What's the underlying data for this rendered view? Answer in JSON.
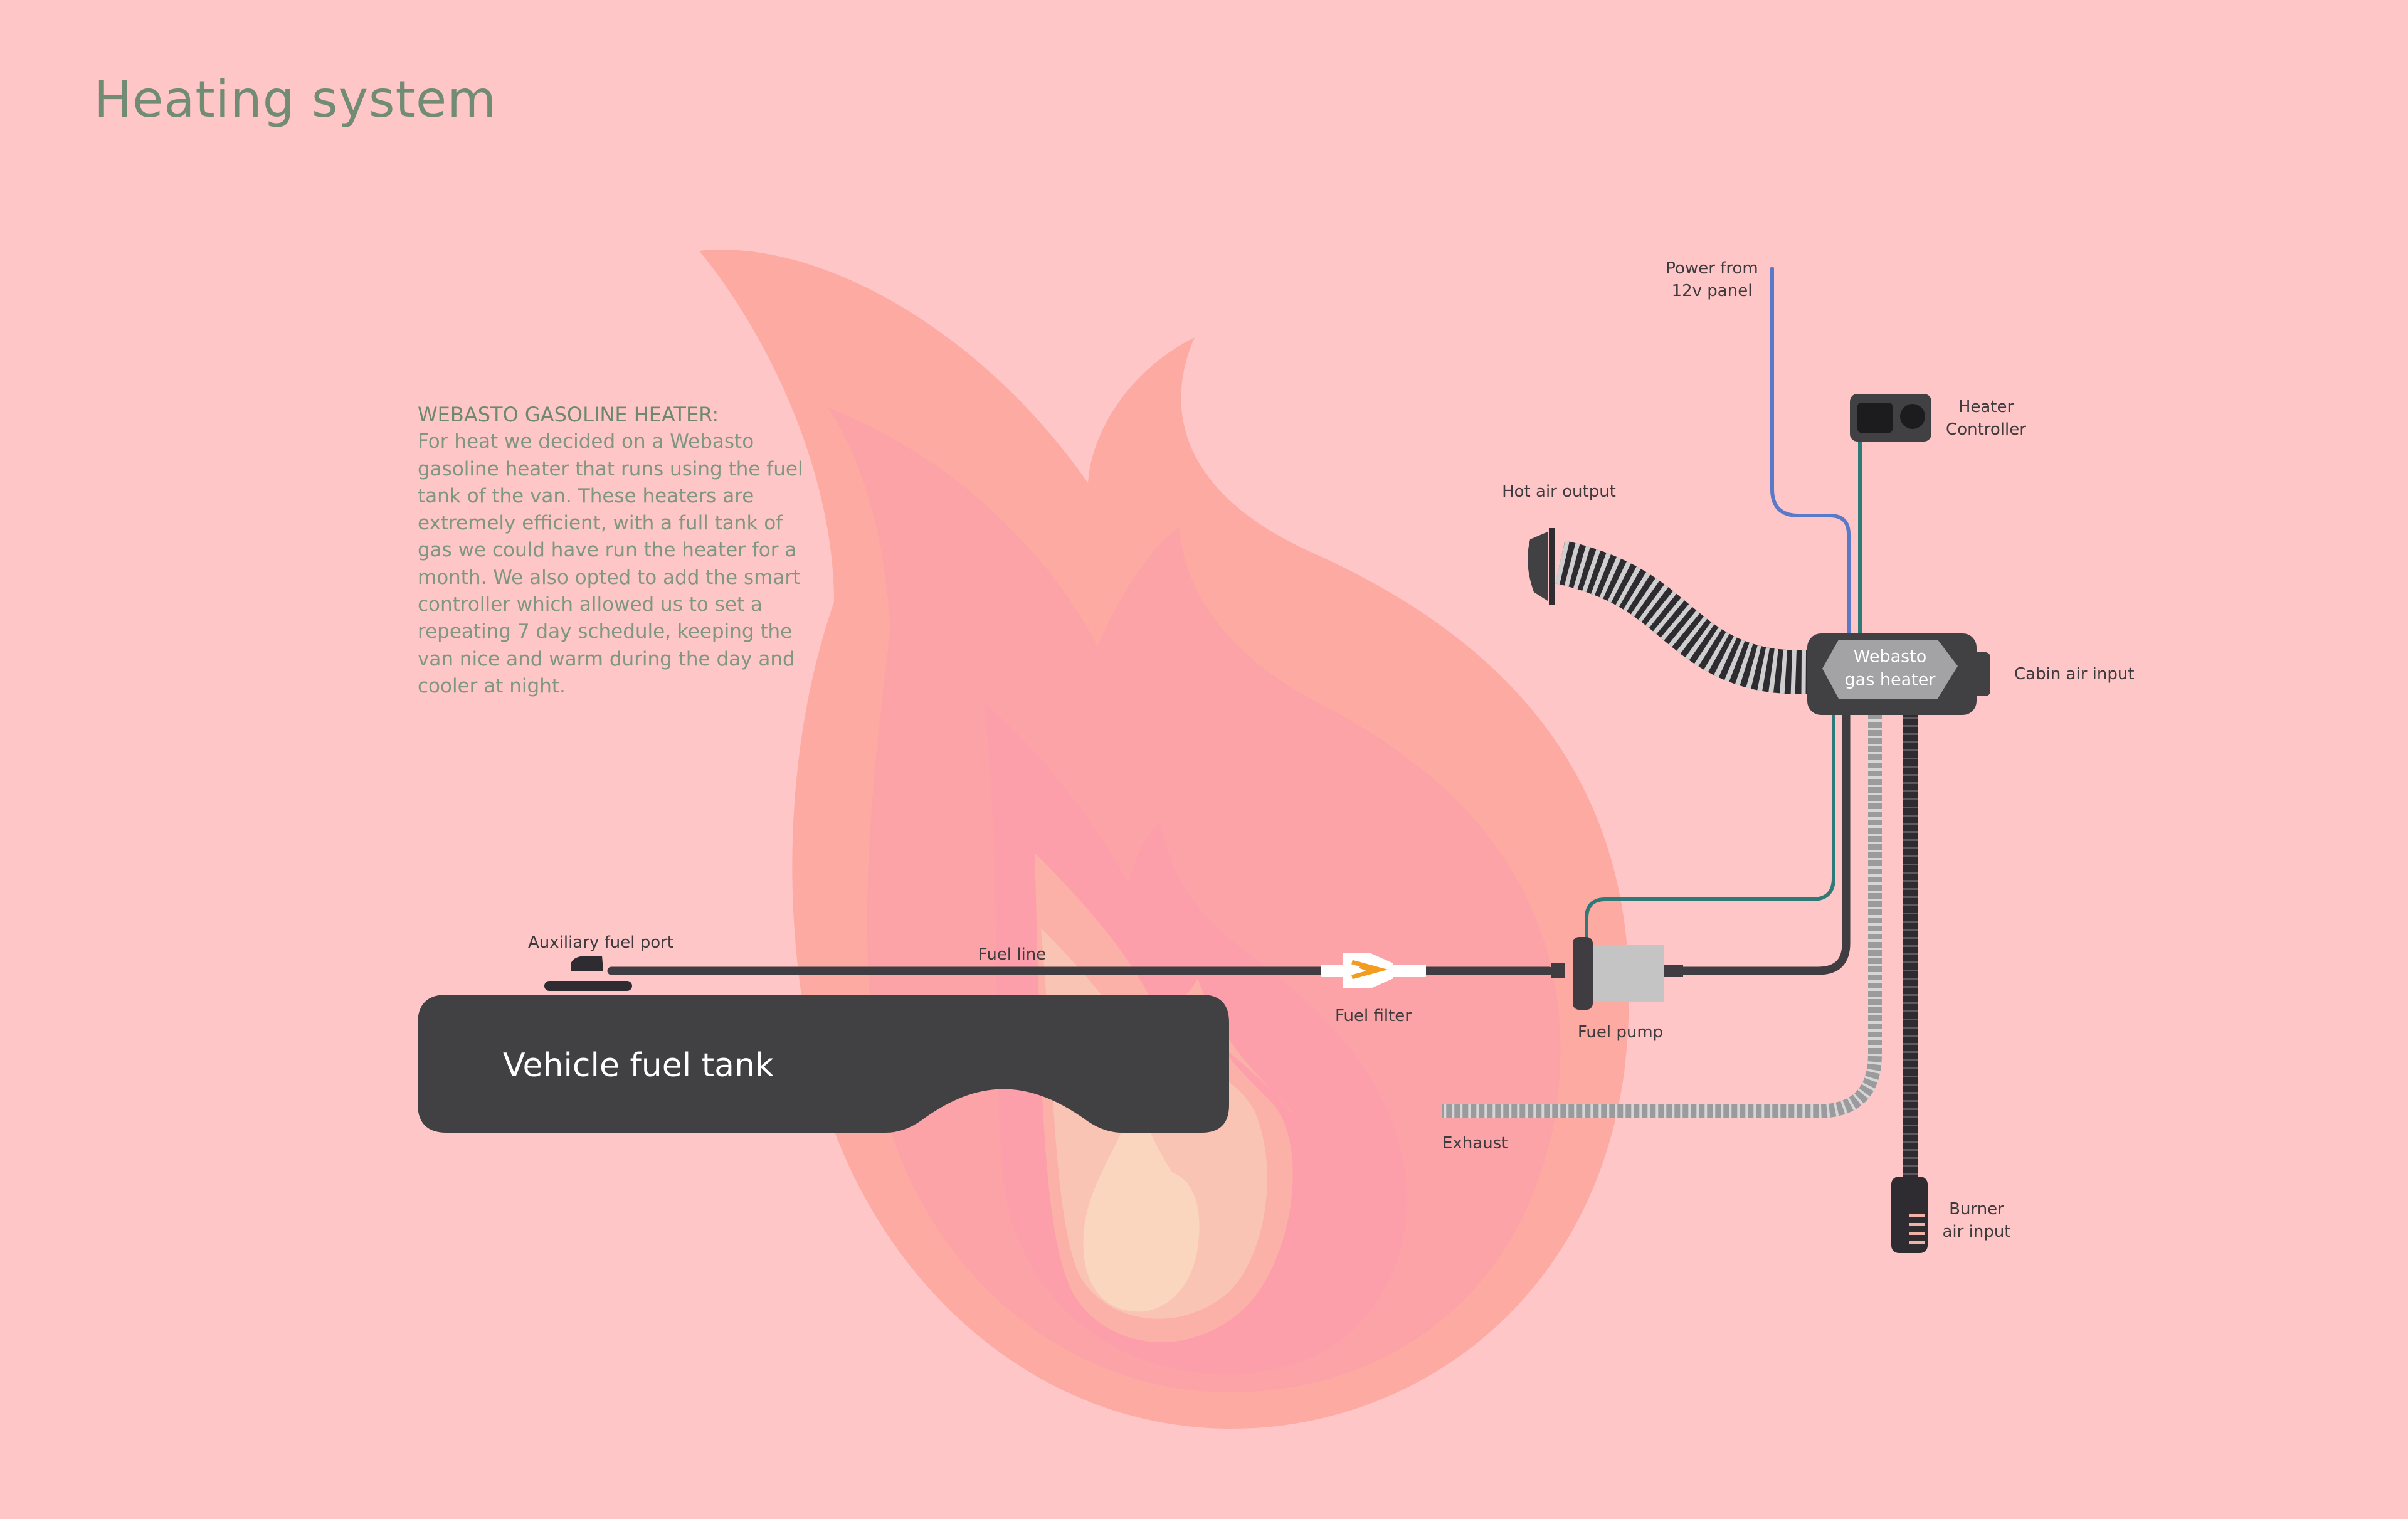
{
  "title": "Heating system",
  "description": {
    "heading": "WEBASTO GASOLINE HEATER:",
    "body": "For heat we decided on a Webasto gasoline heater that runs using the fuel tank of the van.  These heaters are extremely efficient, with a full tank of gas we could have run the heater for a month.  We also opted to add the smart controller which allowed us to set a repeating 7 day schedule, keeping the van nice and warm during the day and cooler at night."
  },
  "labels": {
    "power_line1": "Power from",
    "power_line2": "12v panel",
    "controller_line1": "Heater",
    "controller_line2": "Controller",
    "hot_air_output": "Hot air output",
    "heater_line1": "Webasto",
    "heater_line2": "gas heater",
    "cabin_air_input": "Cabin air input",
    "auxiliary_fuel_port": "Auxiliary fuel port",
    "fuel_line": "Fuel line",
    "fuel_filter": "Fuel filter",
    "fuel_pump": "Fuel pump",
    "vehicle_fuel_tank": "Vehicle fuel tank",
    "exhaust": "Exhaust",
    "burner_line1": "Burner",
    "burner_line2": "air input"
  },
  "colors": {
    "background": "#fec6c6",
    "title": "#718b75",
    "component_dark": "#3f3d41",
    "heater_face": "#a3a3a5",
    "power_wire": "#5a79c8",
    "control_wire": "#2e7a79",
    "filter_accent": "#f39c1e",
    "pump_body": "#c4c4c4",
    "flame_outer": "#fdaaa3",
    "flame_core": "#f9d6bd"
  }
}
